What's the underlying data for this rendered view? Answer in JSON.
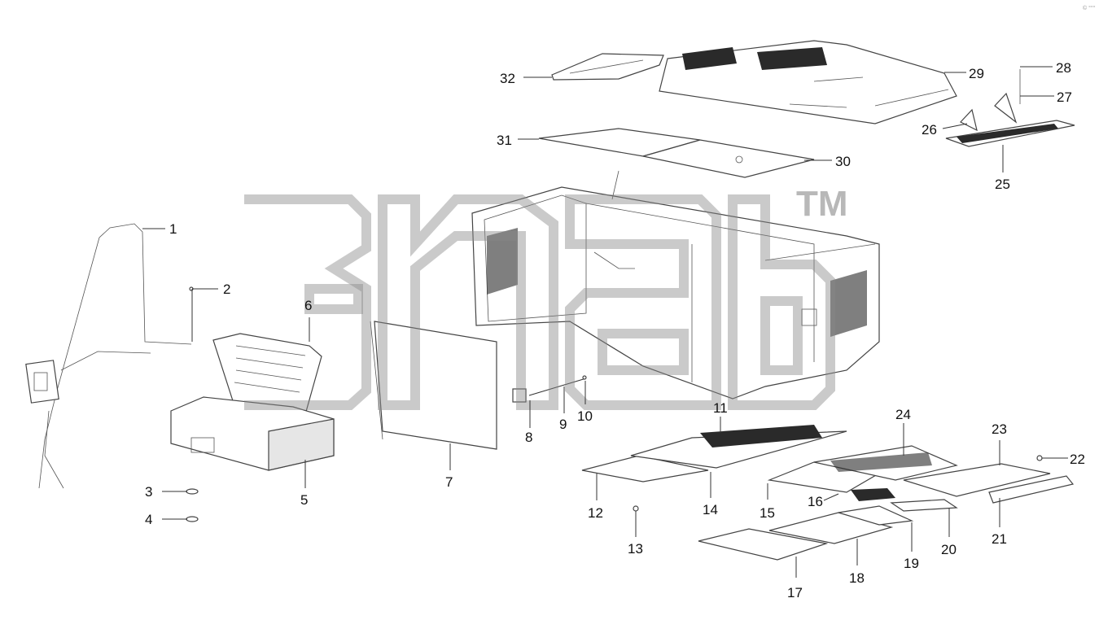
{
  "diagram": {
    "background": "#ffffff",
    "line_color": "#444444",
    "watermark_color": "#8a8a8a",
    "watermark_trademark": "TM",
    "corner_mark": "© °°°",
    "callouts": [
      {
        "number": "1"
      },
      {
        "number": "2"
      },
      {
        "number": "3"
      },
      {
        "number": "4"
      },
      {
        "number": "5"
      },
      {
        "number": "6"
      },
      {
        "number": "7"
      },
      {
        "number": "8"
      },
      {
        "number": "9"
      },
      {
        "number": "10"
      },
      {
        "number": "11"
      },
      {
        "number": "12"
      },
      {
        "number": "13"
      },
      {
        "number": "14"
      },
      {
        "number": "15"
      },
      {
        "number": "16"
      },
      {
        "number": "17"
      },
      {
        "number": "18"
      },
      {
        "number": "19"
      },
      {
        "number": "20"
      },
      {
        "number": "21"
      },
      {
        "number": "22"
      },
      {
        "number": "23"
      },
      {
        "number": "24"
      },
      {
        "number": "25"
      },
      {
        "number": "26"
      },
      {
        "number": "27"
      },
      {
        "number": "28"
      },
      {
        "number": "29"
      },
      {
        "number": "30"
      },
      {
        "number": "31"
      },
      {
        "number": "32"
      }
    ]
  }
}
